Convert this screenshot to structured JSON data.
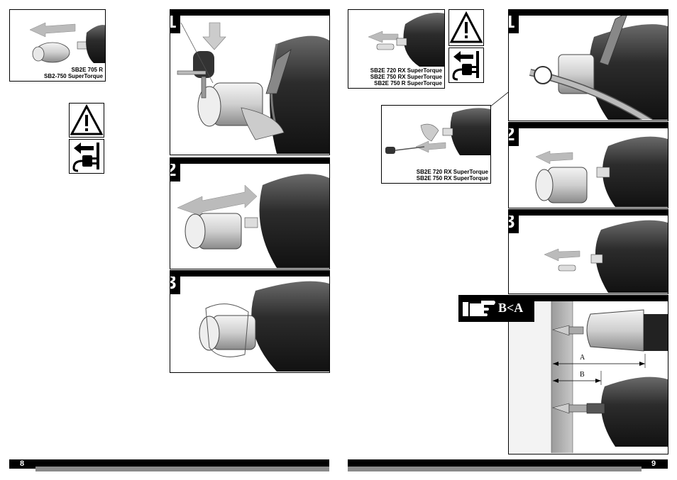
{
  "left_page": {
    "page_number": "8",
    "top_left_caption": [
      "SB2E 705 R",
      "SB2-750 SuperTorque"
    ],
    "steps": [
      "1",
      "2",
      "3"
    ],
    "icons": [
      "warning-icon",
      "unplug-icon"
    ]
  },
  "right_page": {
    "page_number": "9",
    "top_caption": [
      "SB2E 720 RX SuperTorque",
      "SB2E 750 RX SuperTorque",
      "SB2E 750 R SuperTorque"
    ],
    "detail_caption": [
      "SB2E 720 RX SuperTorque",
      "SB2E 750 RX SuperTorque"
    ],
    "steps": [
      "1",
      "2",
      "3"
    ],
    "icons": [
      "warning-icon",
      "unplug-icon",
      "pointing-hand-icon"
    ],
    "tip_text": "B<A",
    "dimension_labels": [
      "A",
      "B"
    ]
  },
  "colors": {
    "ink": "#000000",
    "footer_gray": "#8a8a8a",
    "arrow_gray": "#bbbbbb"
  }
}
